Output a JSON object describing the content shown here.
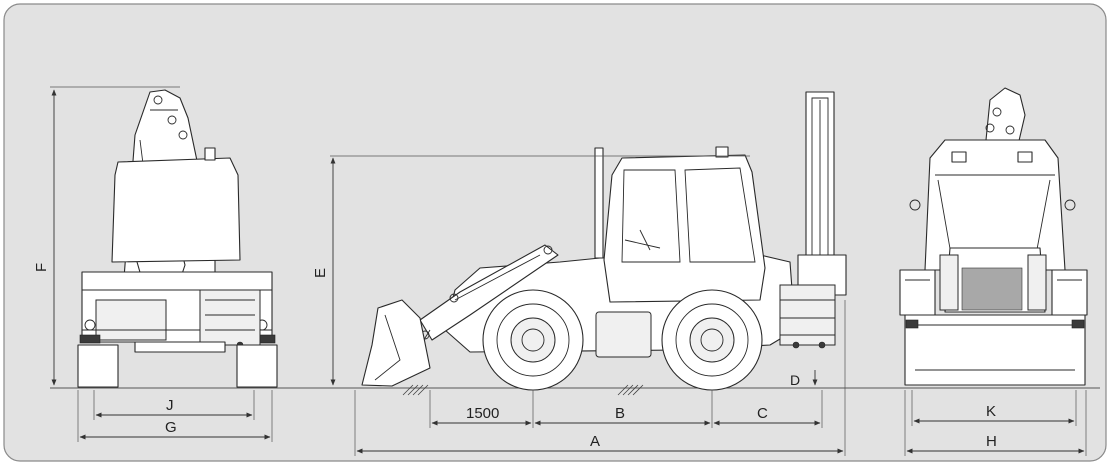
{
  "dimensions": {
    "A": "A",
    "B": "B",
    "C": "C",
    "D": "D",
    "E": "E",
    "F": "F",
    "G": "G",
    "H": "H",
    "J": "J",
    "K": "K",
    "wheel_offset": "1500"
  },
  "colors": {
    "panel_background": "#e2e2e2",
    "panel_border": "#8a8a8a",
    "line": "#2a2a2a"
  }
}
